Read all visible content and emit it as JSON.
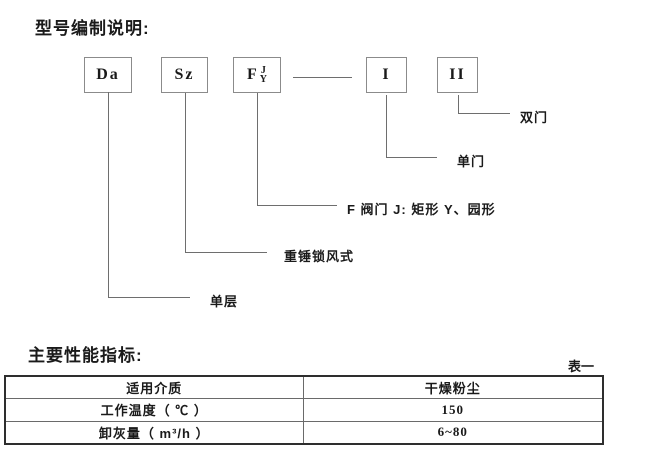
{
  "diagram": {
    "title": "型号编制说明:",
    "boxes": [
      {
        "label": "Da"
      },
      {
        "label": "Sz"
      },
      {
        "label": "F",
        "stack_top": "J",
        "stack_bottom": "Y"
      },
      {
        "label": "I"
      },
      {
        "label": "II"
      }
    ],
    "branches": [
      {
        "box": "II",
        "label": "双门"
      },
      {
        "box": "I",
        "label": "单门"
      },
      {
        "box": "F",
        "label": "F 阀门 J: 矩形  Y、园形"
      },
      {
        "box": "Sz",
        "label": "重锤锁风式"
      },
      {
        "box": "Da",
        "label": "单层"
      }
    ]
  },
  "performance": {
    "title": "主要性能指标:",
    "table_tag": "表一",
    "rows": [
      {
        "name": "适用介质",
        "value": "干燥粉尘"
      },
      {
        "name": "工作温度（ ℃ ）",
        "value": "150"
      },
      {
        "name": "卸灰量（ m³/h ）",
        "value": "6~80"
      }
    ]
  },
  "colors": {
    "line": "#6e6e6e",
    "box_border": "#8b8b8b",
    "table_outer": "#2e2e2e",
    "text": "#1a1a1a"
  }
}
